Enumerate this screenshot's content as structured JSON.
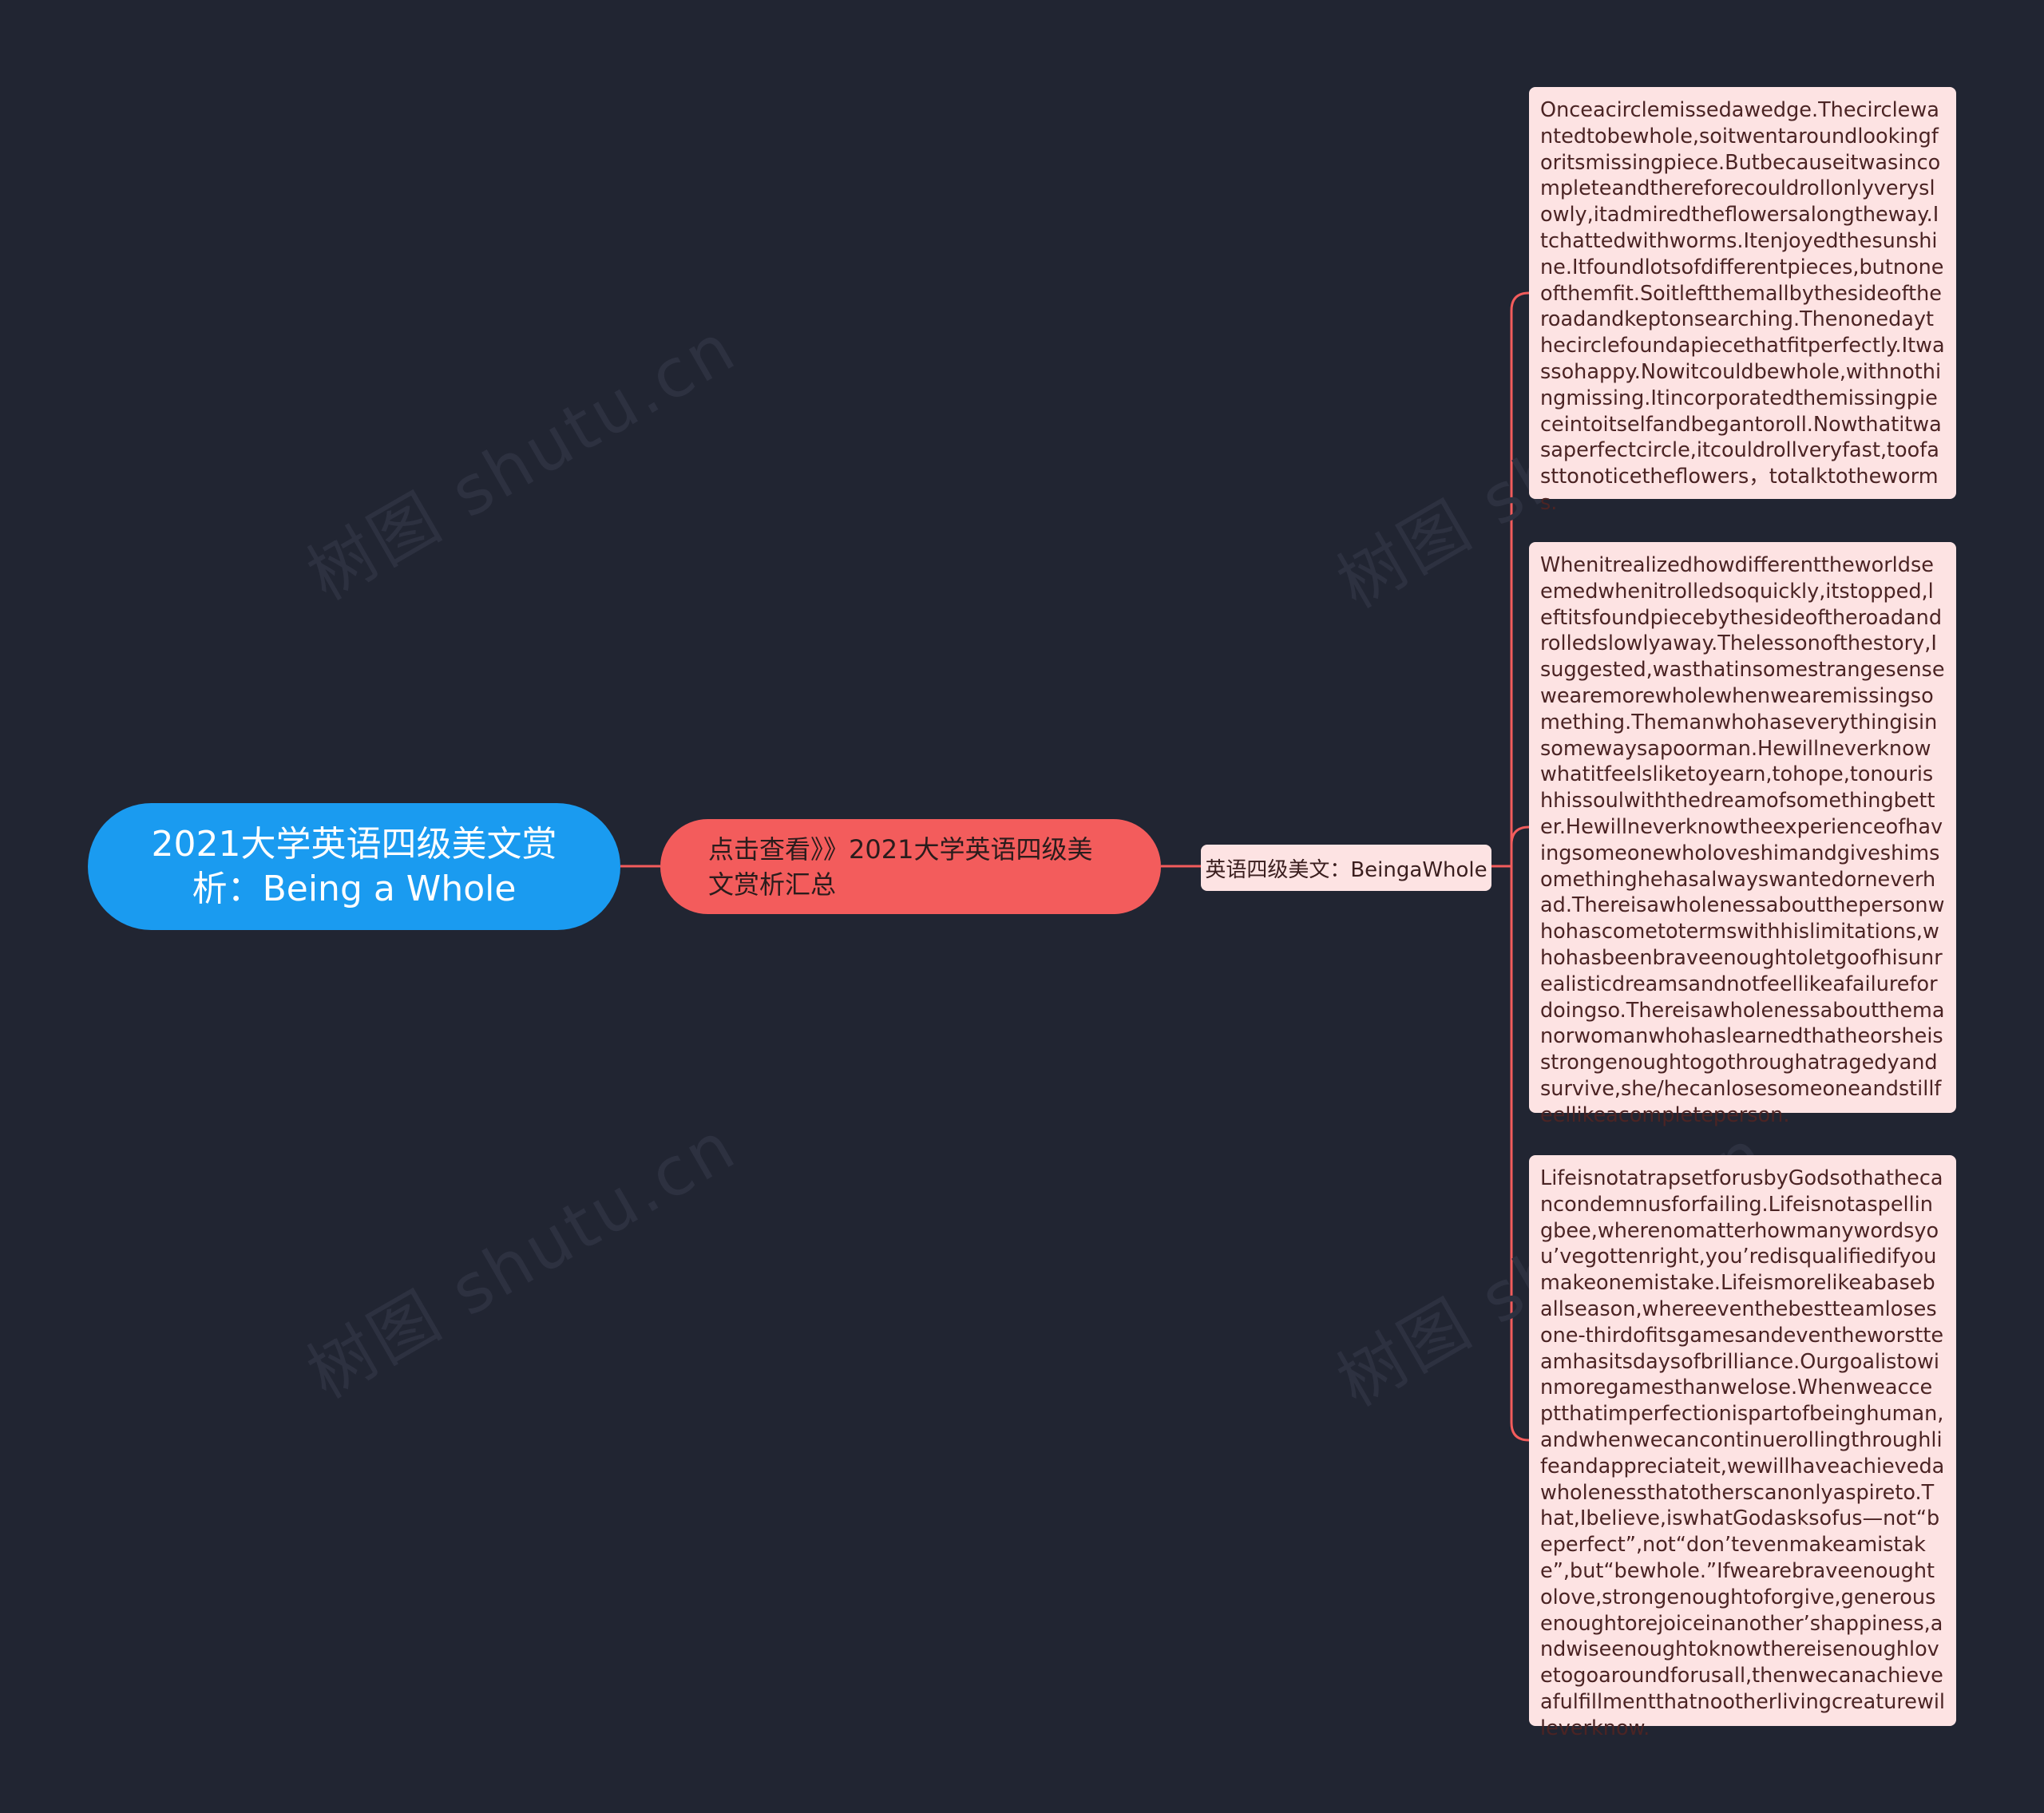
{
  "root": {
    "title": "2021大学英语四级美文赏析：Being a Whole"
  },
  "branch": {
    "label": "点击查看》》2021大学英语四级美文赏析汇总"
  },
  "subtopic": {
    "label": "英语四级美文：BeingaWhole"
  },
  "leaves": [
    {
      "text": "Onceacirclemissedawedge.Thecirclewantedtobewhole,soitwentaroundlookingforitsmissingpiece.Butbecauseitwasincompleteandthereforecouldrollonlyveryslowly,itadmiredtheflowersalongtheway.Itchattedwithworms.Itenjoyedthesunshine.Itfoundlotsofdifferentpieces,butnoneofthemfit.Soitleftthemallbythesideoftheroadandkeptonsearching.Thenonedaythecirclefoundapiecethatfitperfectly.Itwassohappy.Nowitcouldbewhole,withnothingmissing.Itincorporatedthemissingpieceintoitselfandbegantoroll.Nowthatitwasaperfectcircle,itcouldrollveryfast,toofasttonoticetheflowers，totalktotheworms."
    },
    {
      "text": "Whenitrealizedhowdifferenttheworldseemedwhenitrolledsoquickly,itstopped,leftitsfoundpiecebythesideoftheroadandrolledslowlyaway.Thelessonofthestory,Isuggested,wasthatinsomestrangesensewearemorewholewhenwearemissingsomething.Themanwhohaseverythingisinsomewaysapoorman.Hewillneverknowwhatitfeelsliketoyearn,tohope,tonourishhissoulwiththedreamofsomethingbetter.Hewillneverknowtheexperienceofhavingsomeonewholoveshimandgiveshimsomethinghehasalwayswantedorneverhad.Thereisawholenessaboutthepersonwhohascometotermswithhislimitations,whohasbeenbraveenoughtoletgoofhisunrealisticdreamsandnotfeellikeafailurefordoingso.Thereisawholenessaboutthemanorwomanwhohaslearnedthatheorsheisstrongenoughtogothroughatragedyandsurvive,she/hecanlosesomeoneandstillfeellikeacompleteperson."
    },
    {
      "text": "LifeisnotatrapsetforusbyGodsothathecancondemnusforfailing.Lifeisnotaspellingbee,wherenomatterhowmanywordsyou’vegottenright,you’redisqualifiedifyoumakeonemistake.Lifeismorelikeabaseballseason,whereeventhebestteamlosesone-thirdofitsgamesandeventheworstteamhasitsdaysofbrilliance.Ourgoalistowinmoregamesthanwelose.Whenweacceptthatimperfectionispartofbeinghuman,andwhenwecancontinuerollingthroughlifeandappreciateit,wewillhaveachievedawholenessthatotherscanonlyaspireto.That,Ibelieve,iswhatGodasksofus—not“beperfect”,not“don’tevenmakeamistake”,but“bewhole.”Ifwearebraveenoughtolove,strongenoughtoforgive,generousenoughtorejoiceinanother’shappiness,andwiseenoughtoknowthereisenoughlovetogoaroundforusall,thenwecanachieveafulfillmentthatnootherlivingcreaturewilleverknow."
    }
  ],
  "watermarks": [
    "树图 shutu.cn",
    "树图 shutu.cn",
    "树图 shutu.cn",
    "树图 shutu.cn"
  ],
  "colors": {
    "background": "#212532",
    "root_fill": "#1a9bf0",
    "branch_fill": "#f35c5c",
    "sub_fill": "#fde3e3",
    "leaf_fill": "#fde3e3",
    "connector": "#f35c5c"
  }
}
